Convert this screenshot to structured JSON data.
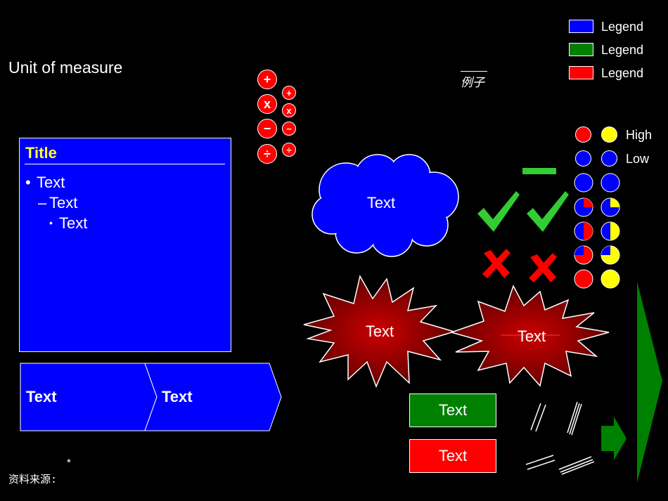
{
  "unit_of_measure": "Unit of measure",
  "title_box": {
    "title": "Title",
    "bullets": [
      {
        "marker": "•",
        "text": "Text"
      },
      {
        "marker": "–",
        "text": "Text"
      },
      {
        "marker": "•",
        "text": "Text"
      }
    ]
  },
  "math_ops": {
    "big": [
      "+",
      "x",
      "−",
      "÷"
    ],
    "small": [
      "+",
      "x",
      "−",
      "÷"
    ]
  },
  "example_label": "例子",
  "legend": [
    {
      "label": "Legend",
      "color": "#0000ff"
    },
    {
      "label": "Legend",
      "color": "#008000"
    },
    {
      "label": "Legend",
      "color": "#ff0000"
    }
  ],
  "high_low": {
    "high": "High",
    "low": "Low"
  },
  "cloud_text": "Text",
  "burst_left_text": "Text",
  "burst_right_text": "Text",
  "chevron_texts": [
    "Text",
    "Text"
  ],
  "green_box_text": "Text",
  "red_box_text": "Text",
  "source_label": "资料来源:",
  "footnote_star": "*",
  "colors": {
    "blue": "#0000ff",
    "green": "#008000",
    "red": "#ff0000",
    "yellow": "#ffff00",
    "check_green": "#33cc33",
    "title_yellow": "#ffff33"
  },
  "icons": [
    "check-icon",
    "cross-icon",
    "dash-icon",
    "arrow-right-icon",
    "triangle-right-icon"
  ]
}
